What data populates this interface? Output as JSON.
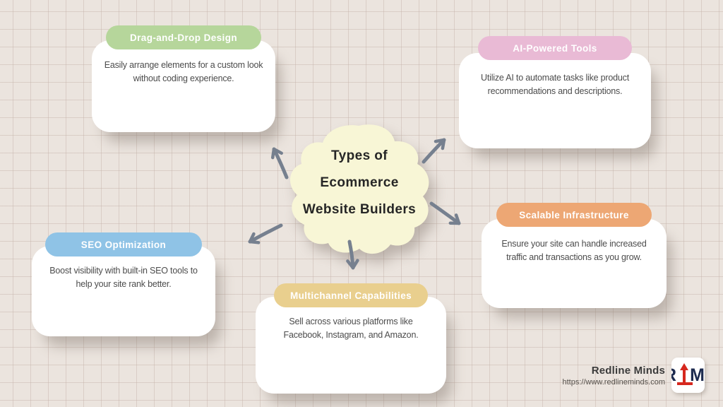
{
  "infographic": {
    "title_lines": [
      "Types of",
      "Ecommerce",
      "Website Builders"
    ]
  },
  "cards": [
    {
      "label": "Drag-and-Drop Design",
      "body_lines": [
        "Easily arrange elements for a custom look",
        "without coding experience."
      ],
      "pill_color": "#b6d69b"
    },
    {
      "label": "AI-Powered Tools",
      "body_lines": [
        "Utilize AI to automate tasks like product",
        "recommendations and descriptions."
      ],
      "pill_color": "#e9bad5"
    },
    {
      "label": "SEO Optimization",
      "body_lines": [
        "Boost visibility with built-in SEO tools to",
        "help your site rank better."
      ],
      "pill_color": "#8fc3e6"
    },
    {
      "label": "Multichannel Capabilities",
      "body_lines": [
        "Sell across various platforms like",
        "Facebook, Instagram, and Amazon."
      ],
      "pill_color": "#e9cf8e"
    },
    {
      "label": "Scalable Infrastructure",
      "body_lines": [
        "Ensure your site can handle increased",
        "traffic and transactions as you grow."
      ],
      "pill_color": "#eda774"
    }
  ],
  "footer": {
    "brand": "Redline Minds",
    "url": "https://www.redlineminds.com",
    "logo_left": "R",
    "logo_right": "M"
  },
  "colors": {
    "background": "#ebe4de",
    "grid_line": "#ddd2cb",
    "blob_fill": "#f8f6d6",
    "arrow": "#76808f",
    "pill_text": "#ffffff",
    "body_text": "#4c4c4c",
    "title_text": "#262626",
    "brand_text": "#3b3b3b",
    "url_text": "#55504b",
    "logo_letter": "#1d2b4f",
    "logo_arrow": "#d6281e",
    "logo_bg": "#ffffff"
  }
}
